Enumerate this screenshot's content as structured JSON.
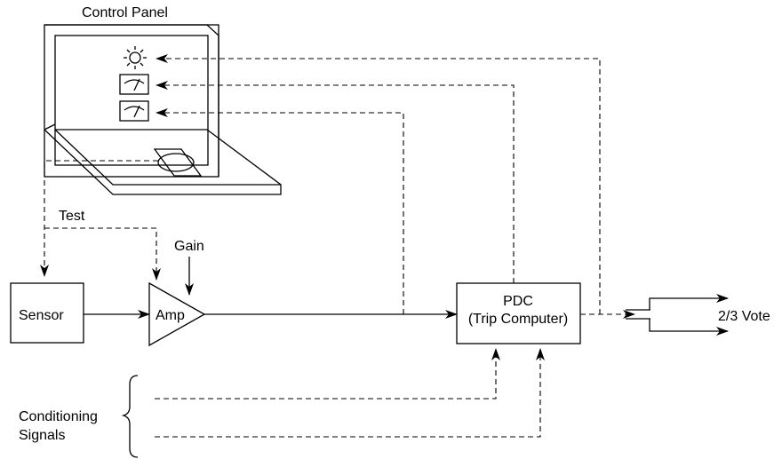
{
  "labels": {
    "control_panel": "Control Panel",
    "test": "Test",
    "gain": "Gain",
    "sensor": "Sensor",
    "amp": "Amp",
    "pdc_line1": "PDC",
    "pdc_line2": "(Trip Computer)",
    "vote": "2/3 Vote",
    "conditioning_line1": "Conditioning",
    "conditioning_line2": "Signals"
  },
  "icons": {
    "indicator_light": "sun-icon",
    "meter_1": "gauge-meter-icon",
    "meter_2": "gauge-meter-icon",
    "test_button": "oval-pushbutton-icon"
  }
}
